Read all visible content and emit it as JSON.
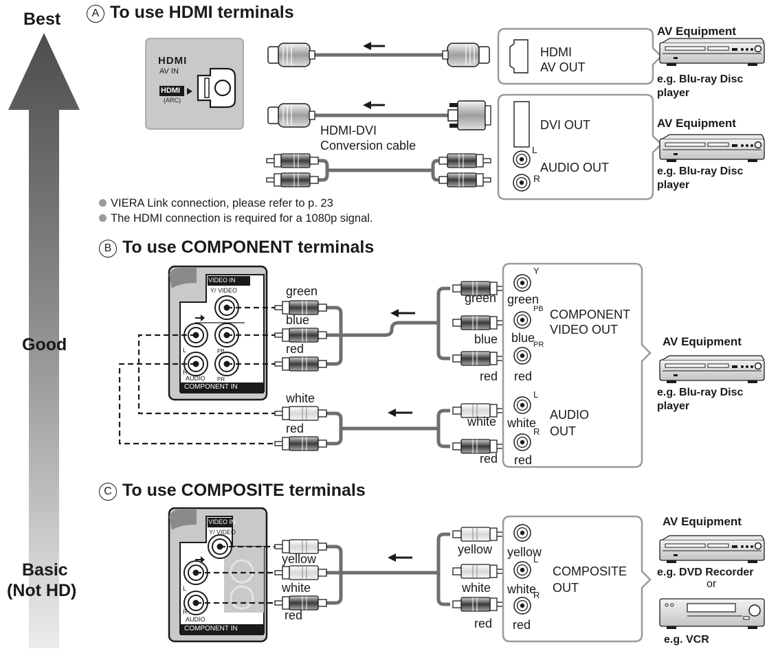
{
  "quality_scale": {
    "best": "Best",
    "good": "Good",
    "basic_line1": "Basic",
    "basic_line2": "(Not HD)"
  },
  "sections": {
    "a": {
      "marker": "A",
      "title": "To use HDMI terminals",
      "tv_panel": {
        "logo": "HDMI",
        "av_in": "AV IN",
        "badge": "HDMI",
        "arc": "(ARC)"
      },
      "conversion_cable_line1": "HDMI-DVI",
      "conversion_cable_line2": "Conversion cable",
      "device1_ports": {
        "line1": "HDMI",
        "line2": "AV OUT"
      },
      "device2_ports": {
        "dvi": "DVI OUT",
        "audio": "AUDIO OUT",
        "left": "L",
        "right": "R"
      },
      "equipment1": {
        "heading": "AV Equipment",
        "example_line1": "e.g. Blu-ray Disc",
        "example_line2": "player"
      },
      "equipment2": {
        "heading": "AV Equipment",
        "example_line1": "e.g. Blu-ray Disc",
        "example_line2": "player"
      },
      "notes": [
        "VIERA Link connection, please refer to p. 23",
        "The HDMI connection is required for a 1080p signal."
      ]
    },
    "b": {
      "marker": "B",
      "title": "To use COMPONENT terminals",
      "tv_panel": {
        "video_in": "VIDEO IN",
        "y_video": "Y/ VIDEO",
        "pb": "PB",
        "pr": "PR",
        "l": "L",
        "r": "R",
        "audio": "AUDIO",
        "component_in": "COMPONENT IN"
      },
      "tv_side_labels": [
        "green",
        "blue",
        "red",
        "white",
        "red"
      ],
      "device_side_labels": [
        "green",
        "blue",
        "red",
        "white",
        "red"
      ],
      "jack_labels": [
        "green",
        "blue",
        "red",
        "white",
        "red"
      ],
      "channel_marks": [
        "Y",
        "PB",
        "PR",
        "L",
        "R"
      ],
      "video_out_line1": "COMPONENT",
      "video_out_line2": "VIDEO OUT",
      "audio_out_line1": "AUDIO",
      "audio_out_line2": "OUT",
      "equipment": {
        "heading": "AV Equipment",
        "example_line1": "e.g. Blu-ray Disc",
        "example_line2": "player"
      }
    },
    "c": {
      "marker": "C",
      "title": "To use COMPOSITE terminals",
      "tv_panel": {
        "video_in": "VIDEO IN",
        "y_video": "Y/ VIDEO",
        "l": "L",
        "r": "R",
        "audio": "AUDIO",
        "component_in": "COMPONENT IN"
      },
      "tv_side_labels": [
        "yellow",
        "white",
        "red"
      ],
      "device_side_labels": [
        "yellow",
        "white",
        "red"
      ],
      "jack_labels": [
        "yellow",
        "white",
        "red"
      ],
      "channel_marks": [
        "L",
        "R"
      ],
      "out_line1": "COMPOSITE",
      "out_line2": "OUT",
      "equipment": {
        "heading": "AV Equipment",
        "example1": "e.g. DVD Recorder",
        "or": "or",
        "example2": "e.g. VCR"
      }
    }
  },
  "colors": {
    "ink": "#1a1a1a",
    "arrow_top": "#4a4a4a",
    "arrow_bottom": "#eeeeee",
    "panel_gray": "#c9c9c9",
    "cable_gray": "#6e6e6e",
    "box_border": "#9a9a9a"
  }
}
